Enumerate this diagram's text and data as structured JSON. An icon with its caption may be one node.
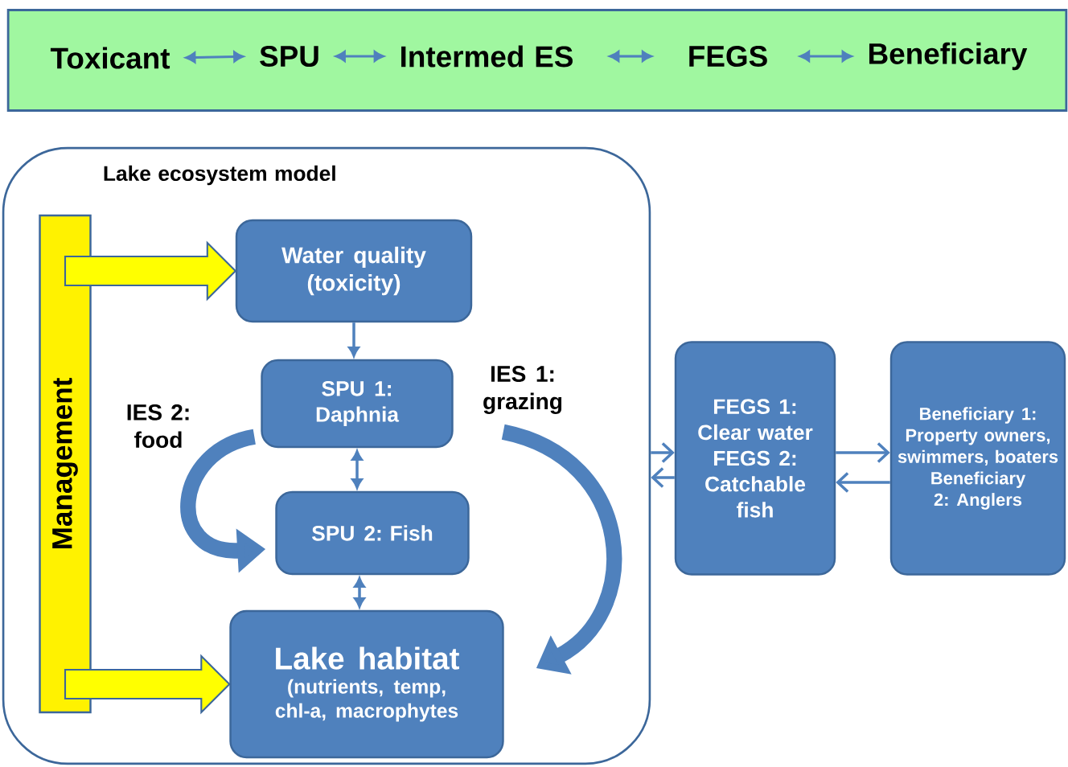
{
  "diagram": {
    "nodes": [
      {
        "text": [],
        "shape": "box"
      },
      {
        "text": [
          "Toxicant"
        ],
        "in": 0
      },
      {
        "text": [
          "SPU"
        ],
        "in": 0
      },
      {
        "text": [
          "Intermed ES"
        ],
        "in": 0
      },
      {
        "text": [
          "FEGS"
        ],
        "in": 0
      },
      {
        "text": [
          "Beneficiary"
        ],
        "in": 0
      },
      {
        "text": [
          "Lake ecosystem model"
        ]
      },
      {
        "text": [
          "Management"
        ],
        "in": 6
      },
      {
        "text": [
          "Water quality (toxicity)"
        ],
        "in": 6
      },
      {
        "text": [
          "SPU 1: Daphnia"
        ],
        "in": 6
      },
      {
        "text": [
          "SPU 2: Fish"
        ],
        "in": 6
      },
      {
        "text": [
          "Lake habitat",
          "(nutrients, temp, chl-a, macrophytes"
        ],
        "in": 6
      },
      {
        "text": [
          "FEGS 1: Clear water",
          "FEGS 2: Catchable fish"
        ]
      },
      {
        "text": [
          "Beneficiary 1: Property owners, swimmers, boaters",
          "Beneficiary 2: Anglers"
        ]
      }
    ],
    "edges": [
      {
        "from": 1,
        "to": 2,
        "arrow": "both"
      },
      {
        "from": 2,
        "to": 3,
        "arrow": "both"
      },
      {
        "from": 3,
        "to": 4,
        "arrow": "both"
      },
      {
        "from": 4,
        "to": 5,
        "arrow": "both"
      },
      {
        "from": 7,
        "to": 8,
        "arrow": "to",
        "style": "thick",
        "color": "#ffff00"
      },
      {
        "from": 7,
        "to": 11,
        "arrow": "to",
        "style": "thick",
        "color": "#ffff00"
      },
      {
        "from": 8,
        "to": 9,
        "arrow": "to"
      },
      {
        "from": 9,
        "to": 10,
        "arrow": "both"
      },
      {
        "from": 10,
        "to": 11,
        "arrow": "both"
      },
      {
        "from": 9,
        "to": 10,
        "arrow": "to",
        "style": "thick",
        "label": "IES 2: food"
      },
      {
        "from": 9,
        "to": 11,
        "arrow": "to",
        "style": "thick",
        "label": "IES 1: grazing"
      },
      {
        "from": 6,
        "to": 12,
        "arrow": "to"
      },
      {
        "from": 12,
        "to": 6,
        "arrow": "to"
      },
      {
        "from": 12,
        "to": 13,
        "arrow": "to"
      },
      {
        "from": 13,
        "to": 12,
        "arrow": "to"
      }
    ]
  }
}
